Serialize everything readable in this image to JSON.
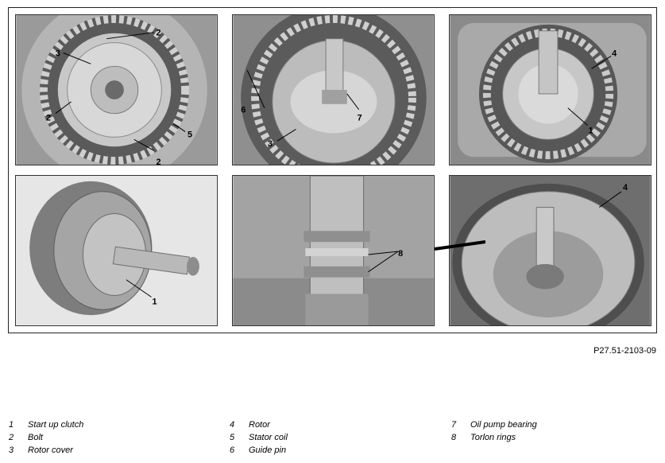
{
  "figure": {
    "reference": "P27.51-2103-09",
    "panels": [
      {
        "name": "panel-1",
        "callouts": [
          "2",
          "3",
          "2",
          "2",
          "5"
        ]
      },
      {
        "name": "panel-2",
        "callouts": [
          "6",
          "7",
          "3"
        ]
      },
      {
        "name": "panel-3",
        "callouts": [
          "4",
          "1"
        ]
      },
      {
        "name": "panel-4",
        "callouts": [
          "1"
        ]
      },
      {
        "name": "panel-5",
        "callouts": [
          "8"
        ]
      },
      {
        "name": "panel-6",
        "callouts": [
          "4"
        ]
      }
    ]
  },
  "legend": [
    {
      "num": "1",
      "text": "Start up clutch"
    },
    {
      "num": "2",
      "text": "Bolt"
    },
    {
      "num": "3",
      "text": "Rotor cover"
    },
    {
      "num": "4",
      "text": "Rotor"
    },
    {
      "num": "5",
      "text": "Stator coil"
    },
    {
      "num": "6",
      "text": "Guide pin"
    },
    {
      "num": "7",
      "text": "Oil pump bearing"
    },
    {
      "num": "8",
      "text": "Torlon rings"
    }
  ]
}
